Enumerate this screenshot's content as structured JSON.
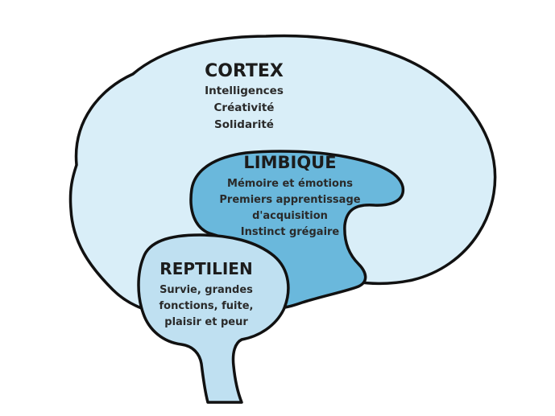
{
  "colors": {
    "cortex_fill": "#d9eef8",
    "limbic_fill": "#6ab8dc",
    "reptilian_fill": "#bfe0f1",
    "outline": "#111111",
    "text": "#1c1c1c"
  },
  "cortex": {
    "title": "CORTEX",
    "lines": [
      "Intelligences",
      "Créativité",
      "Solidarité"
    ]
  },
  "limbic": {
    "title": "LIMBIQUE",
    "lines": [
      "Mémoire et émotions",
      "Premiers apprentissage",
      "d'acquisition",
      "Instinct grégaire"
    ]
  },
  "reptilian": {
    "title": "REPTILIEN",
    "lines": [
      "Survie, grandes",
      "fonctions, fuite,",
      "plaisir et peur"
    ]
  }
}
